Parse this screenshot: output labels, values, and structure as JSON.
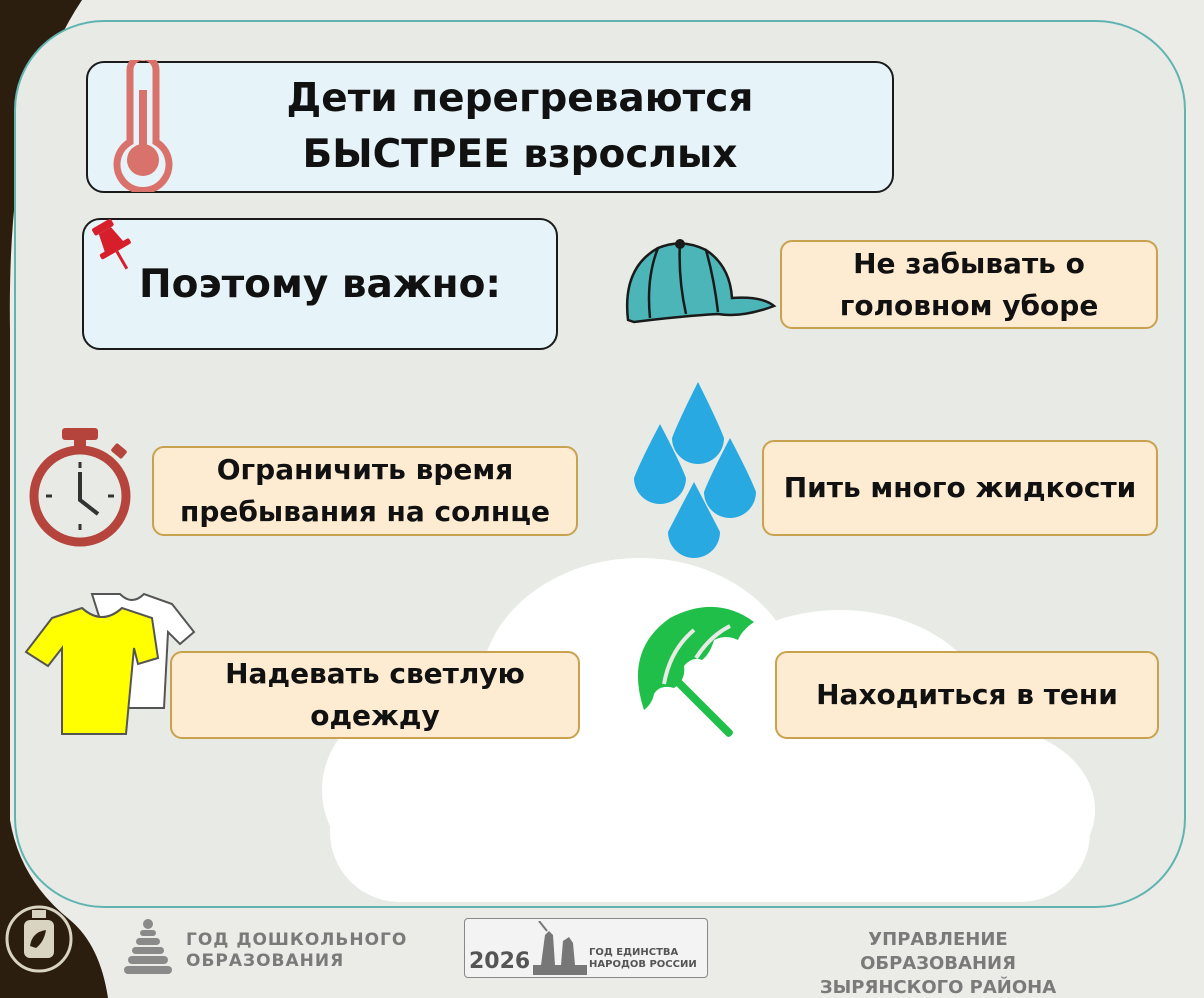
{
  "title": {
    "line1": "Дети перегреваются",
    "line2": "БЫСТРЕЕ взрослых"
  },
  "subtitle": "Поэтому важно:",
  "tips": {
    "headwear": {
      "line1": "Не забывать о",
      "line2": "головном уборе"
    },
    "sun_time": {
      "line1": "Ограничить время",
      "line2": "пребывания на солнце"
    },
    "fluids": "Пить много жидкости",
    "clothes": {
      "line1": "Надевать светлую",
      "line2": "одежду"
    },
    "shade": "Находиться в тени"
  },
  "footer": {
    "preschool_line1": "Год дошкольного",
    "preschool_line2": "образования",
    "badge_year": "2026",
    "badge_line1": "ГОД ЕДИНСТВА",
    "badge_line2": "НАРОДОВ РОССИИ",
    "dept_line1": "УПРАВЛЕНИЕ ОБРАЗОВАНИЯ",
    "dept_line2": "ЗЫРЯНСКОГО РАЙОНА"
  },
  "colors": {
    "panel_border": "#5fb4b0",
    "left_strip": "#2c1e0e",
    "title_bg": "#e6f3f8",
    "tip_bg": "#fdebd2",
    "tip_border": "#c9a24f",
    "thermometer": "#d9726a",
    "cap": "#4bb5b8",
    "drops": "#29a9e1",
    "umbrella": "#1fbf4a",
    "stopwatch": "#b5453c",
    "shirt_front": "#ffff00"
  },
  "icons": [
    "thermometer-icon",
    "pushpin-icon",
    "cap-icon",
    "stopwatch-icon",
    "water-drops-icon",
    "tshirt-icon",
    "umbrella-icon",
    "coat-of-arms-icon",
    "pyramid-toy-icon"
  ]
}
